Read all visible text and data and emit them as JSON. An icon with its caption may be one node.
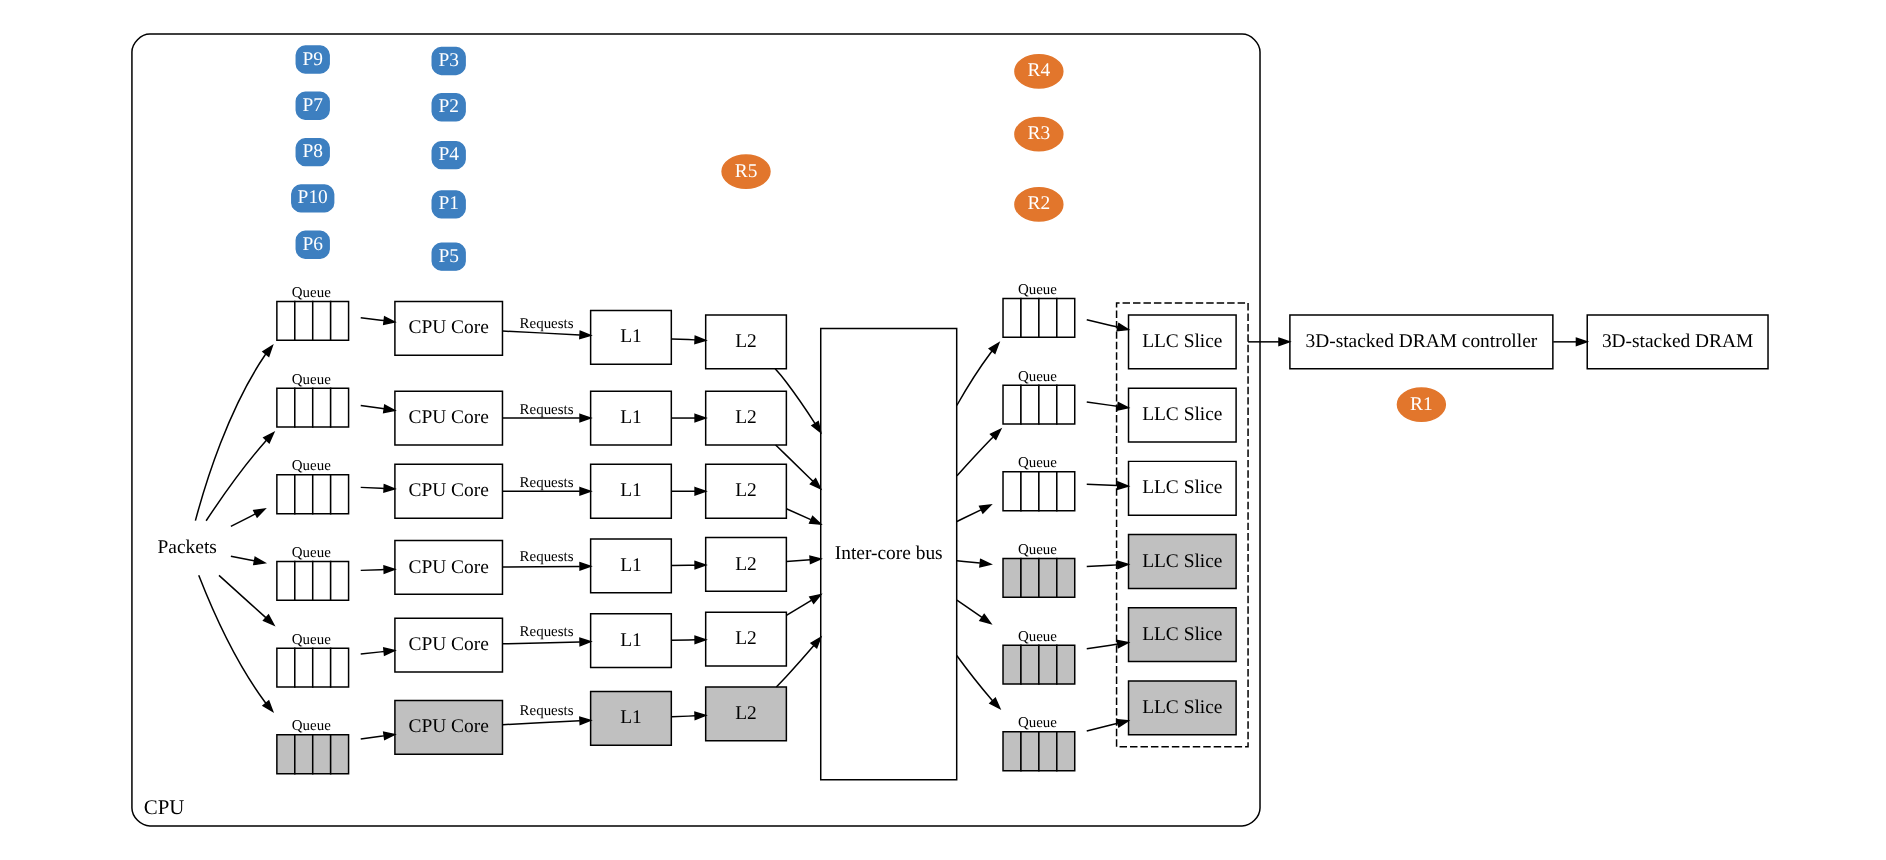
{
  "diagram": {
    "nodes": [
      {
        "text": [
          "CPU"
        ]
      },
      {
        "text": [
          "Packets"
        ],
        "in": 0
      },
      {
        "text": [
          "Queue"
        ],
        "in": 0
      },
      {
        "text": [
          "CPU Core"
        ],
        "in": 0
      },
      {
        "text": [
          "L1"
        ],
        "in": 0
      },
      {
        "text": [
          "L2"
        ],
        "in": 0
      },
      {
        "text": [
          "Queue"
        ],
        "in": 0
      },
      {
        "text": [
          "CPU Core"
        ],
        "in": 0
      },
      {
        "text": [
          "L1"
        ],
        "in": 0
      },
      {
        "text": [
          "L2"
        ],
        "in": 0
      },
      {
        "text": [
          "Queue"
        ],
        "in": 0
      },
      {
        "text": [
          "CPU Core"
        ],
        "in": 0
      },
      {
        "text": [
          "L1"
        ],
        "in": 0
      },
      {
        "text": [
          "L2"
        ],
        "in": 0
      },
      {
        "text": [
          "Queue"
        ],
        "in": 0
      },
      {
        "text": [
          "CPU Core"
        ],
        "in": 0
      },
      {
        "text": [
          "L1"
        ],
        "in": 0
      },
      {
        "text": [
          "L2"
        ],
        "in": 0
      },
      {
        "text": [
          "Queue"
        ],
        "in": 0
      },
      {
        "text": [
          "CPU Core"
        ],
        "in": 0
      },
      {
        "text": [
          "L1"
        ],
        "in": 0
      },
      {
        "text": [
          "L2"
        ],
        "in": 0
      },
      {
        "text": [
          "Queue"
        ],
        "in": 0
      },
      {
        "text": [
          "CPU Core"
        ],
        "in": 0
      },
      {
        "text": [
          "L1"
        ],
        "in": 0
      },
      {
        "text": [
          "L2"
        ],
        "in": 0
      },
      {
        "text": [
          "Inter-core bus"
        ],
        "in": 0
      },
      {
        "text": [
          "Queue"
        ],
        "in": 0
      },
      {
        "text": [
          "Queue"
        ],
        "in": 0
      },
      {
        "text": [
          "Queue"
        ],
        "in": 0
      },
      {
        "text": [
          "Queue"
        ],
        "in": 0
      },
      {
        "text": [
          "Queue"
        ],
        "in": 0
      },
      {
        "text": [
          "Queue"
        ],
        "in": 0
      },
      {
        "text": [],
        "shape": "box",
        "in": 0
      },
      {
        "text": [
          "LLC Slice"
        ],
        "in": 33
      },
      {
        "text": [
          "LLC Slice"
        ],
        "in": 33
      },
      {
        "text": [
          "LLC Slice"
        ],
        "in": 33
      },
      {
        "text": [
          "LLC Slice"
        ],
        "in": 33
      },
      {
        "text": [
          "LLC Slice"
        ],
        "in": 33
      },
      {
        "text": [
          "LLC Slice"
        ],
        "in": 33
      },
      {
        "text": [
          "3D-stacked DRAM controller"
        ]
      },
      {
        "text": [
          "3D-stacked DRAM"
        ]
      },
      {
        "text": [
          "P5"
        ],
        "in": 0
      },
      {
        "text": [
          "P6"
        ],
        "in": 0
      },
      {
        "text": [
          "R5"
        ],
        "in": 0
      },
      {
        "text": [
          "R2"
        ],
        "in": 0
      },
      {
        "text": [
          "R3"
        ],
        "in": 0
      },
      {
        "text": [
          "P1"
        ],
        "in": 0
      },
      {
        "text": [
          "P10"
        ],
        "in": 0
      },
      {
        "text": [
          "P4"
        ],
        "in": 0
      },
      {
        "text": [
          "P8"
        ],
        "in": 0
      },
      {
        "text": [
          "R4"
        ],
        "in": 0
      },
      {
        "text": [
          "R1"
        ]
      },
      {
        "text": [
          "P2"
        ],
        "in": 0
      },
      {
        "text": [
          "P7"
        ],
        "in": 0
      },
      {
        "text": [
          "P3"
        ],
        "in": 0
      },
      {
        "text": [
          "P9"
        ],
        "in": 0
      }
    ],
    "edges": [
      {
        "from": 1,
        "to": 2,
        "arrow": "to"
      },
      {
        "from": 1,
        "to": 6,
        "arrow": "to"
      },
      {
        "from": 1,
        "to": 10,
        "arrow": "to"
      },
      {
        "from": 1,
        "to": 14,
        "arrow": "to"
      },
      {
        "from": 1,
        "to": 18,
        "arrow": "to"
      },
      {
        "from": 1,
        "to": 22,
        "arrow": "to"
      },
      {
        "from": 2,
        "to": 3,
        "arrow": "to"
      },
      {
        "from": 3,
        "to": 4,
        "arrow": "to",
        "label": "Requests"
      },
      {
        "from": 4,
        "to": 5,
        "arrow": "to"
      },
      {
        "from": 5,
        "to": 26,
        "arrow": "to"
      },
      {
        "from": 6,
        "to": 7,
        "arrow": "to"
      },
      {
        "from": 7,
        "to": 8,
        "arrow": "to",
        "label": "Requests"
      },
      {
        "from": 8,
        "to": 9,
        "arrow": "to"
      },
      {
        "from": 9,
        "to": 26,
        "arrow": "to"
      },
      {
        "from": 10,
        "to": 11,
        "arrow": "to"
      },
      {
        "from": 11,
        "to": 12,
        "arrow": "to",
        "label": "Requests"
      },
      {
        "from": 12,
        "to": 13,
        "arrow": "to"
      },
      {
        "from": 13,
        "to": 26,
        "arrow": "to"
      },
      {
        "from": 14,
        "to": 15,
        "arrow": "to"
      },
      {
        "from": 15,
        "to": 16,
        "arrow": "to",
        "label": "Requests"
      },
      {
        "from": 16,
        "to": 17,
        "arrow": "to"
      },
      {
        "from": 17,
        "to": 26,
        "arrow": "to"
      },
      {
        "from": 18,
        "to": 19,
        "arrow": "to"
      },
      {
        "from": 19,
        "to": 20,
        "arrow": "to",
        "label": "Requests"
      },
      {
        "from": 20,
        "to": 21,
        "arrow": "to"
      },
      {
        "from": 21,
        "to": 26,
        "arrow": "to"
      },
      {
        "from": 22,
        "to": 23,
        "arrow": "to"
      },
      {
        "from": 23,
        "to": 24,
        "arrow": "to",
        "label": "Requests"
      },
      {
        "from": 24,
        "to": 25,
        "arrow": "to"
      },
      {
        "from": 25,
        "to": 26,
        "arrow": "to"
      },
      {
        "from": 26,
        "to": 27,
        "arrow": "to"
      },
      {
        "from": 26,
        "to": 28,
        "arrow": "to"
      },
      {
        "from": 26,
        "to": 29,
        "arrow": "to"
      },
      {
        "from": 26,
        "to": 30,
        "arrow": "to"
      },
      {
        "from": 26,
        "to": 31,
        "arrow": "to"
      },
      {
        "from": 26,
        "to": 32,
        "arrow": "to"
      },
      {
        "from": 27,
        "to": 34,
        "arrow": "to"
      },
      {
        "from": 28,
        "to": 35,
        "arrow": "to"
      },
      {
        "from": 29,
        "to": 36,
        "arrow": "to"
      },
      {
        "from": 30,
        "to": 37,
        "arrow": "to"
      },
      {
        "from": 31,
        "to": 38,
        "arrow": "to"
      },
      {
        "from": 32,
        "to": 39,
        "arrow": "to"
      },
      {
        "from": 33,
        "to": 40,
        "arrow": "to"
      },
      {
        "from": 40,
        "to": 41,
        "arrow": "to"
      }
    ]
  }
}
